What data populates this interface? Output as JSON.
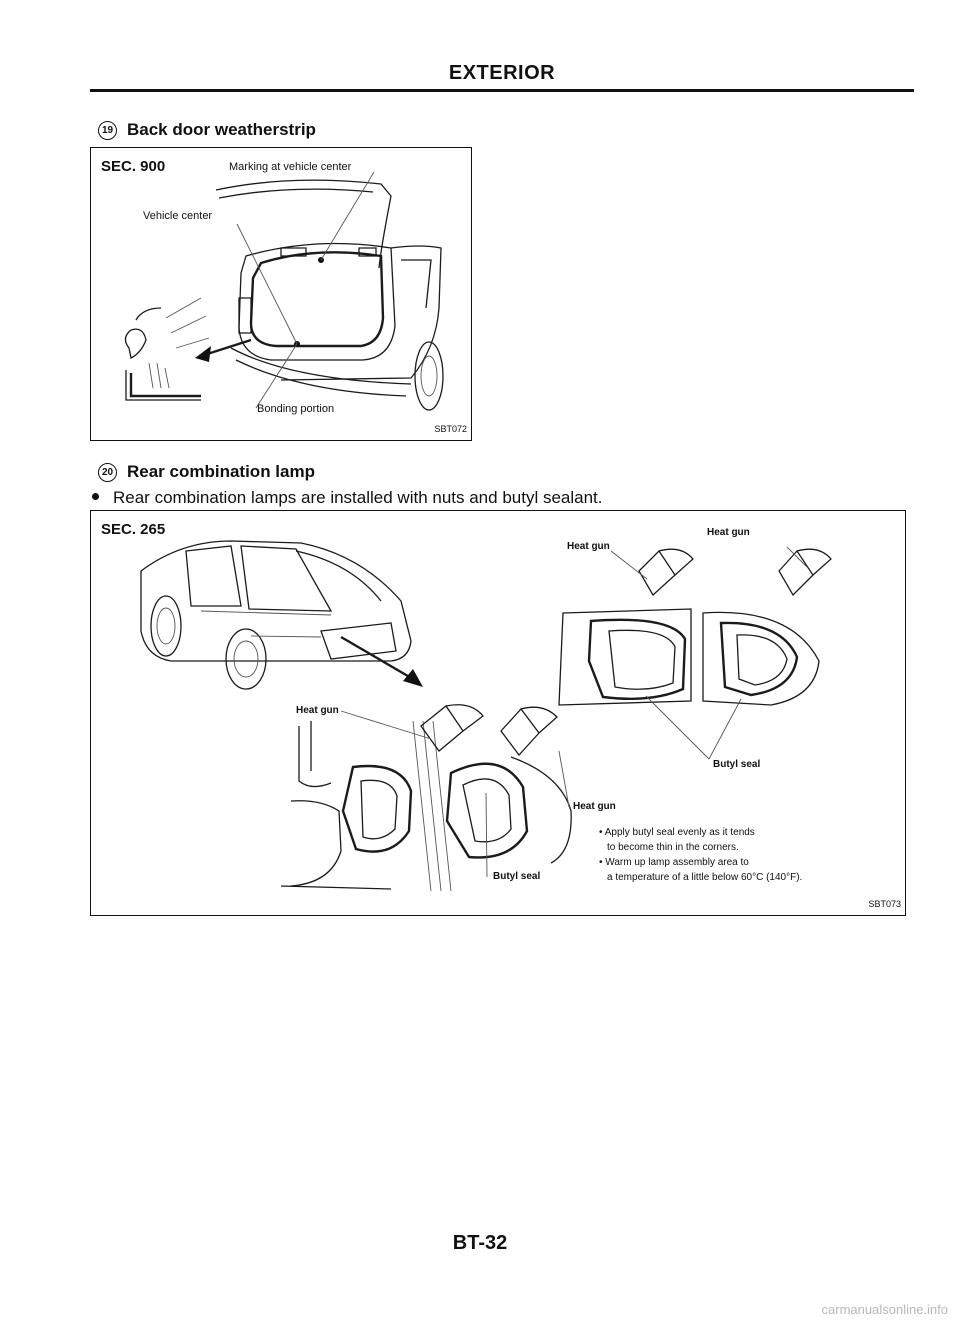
{
  "header": {
    "title": "EXTERIOR"
  },
  "section1": {
    "number": "19",
    "title": "Back door weatherstrip",
    "figure": {
      "sec": "SEC. 900",
      "labels": {
        "marking": "Marking at vehicle center",
        "vehicle_center": "Vehicle center",
        "bonding": "Bonding portion"
      },
      "code": "SBT072"
    }
  },
  "section2": {
    "number": "20",
    "title": "Rear combination lamp",
    "bullet": "Rear combination lamps are installed with nuts and butyl sealant.",
    "figure": {
      "sec": "SEC. 265",
      "labels": {
        "heat_gun_tl": "Heat gun",
        "heat_gun_tr": "Heat gun",
        "heat_gun_mid": "Heat gun",
        "heat_gun_low": "Heat gun",
        "butyl_seal_right": "Butyl seal",
        "butyl_seal_left": "Butyl seal"
      },
      "notes": [
        "• Apply butyl seal evenly as it tends",
        "to become thin in the corners.",
        "• Warm up lamp assembly area to",
        "a temperature of a little below 60°C (140°F)."
      ],
      "code": "SBT073"
    }
  },
  "footer": {
    "page_number": "BT-32",
    "watermark": "carmanualsonline.info"
  }
}
